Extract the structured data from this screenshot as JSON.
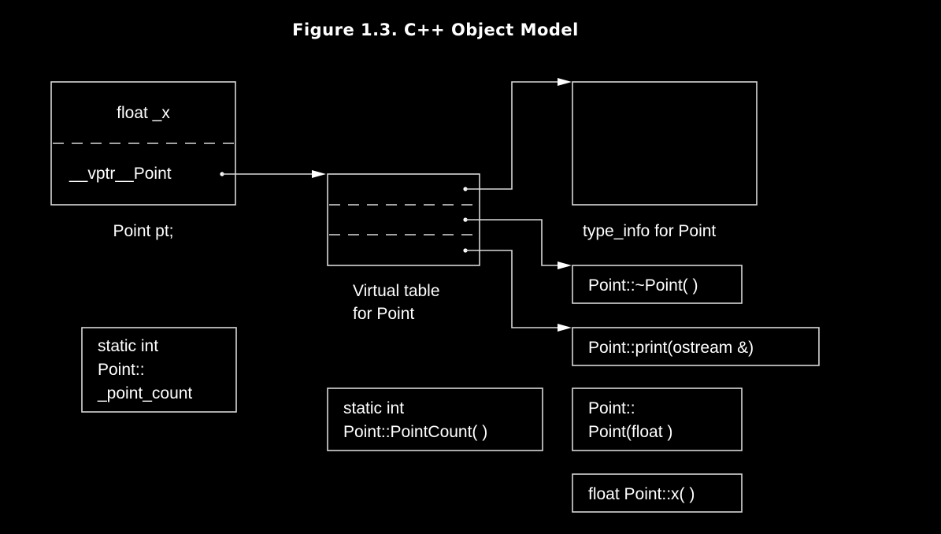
{
  "figure": {
    "title": "Figure 1.3. C++ Object Model"
  },
  "object": {
    "member_x": "float _x",
    "member_vptr": "__vptr__Point",
    "caption": "Point pt;"
  },
  "vtable": {
    "caption_line1": "Virtual table",
    "caption_line2": "for Point"
  },
  "type_info": {
    "caption": "type_info for Point"
  },
  "functions": {
    "destructor": "Point::~Point( )",
    "print": "Point::print(ostream &)",
    "ctor_line1": "Point::",
    "ctor_line2": "Point(float )",
    "accessor_x": "float Point::x( )"
  },
  "static_member": {
    "line1": "static int",
    "line2": "Point::",
    "line3": "_point_count"
  },
  "static_function": {
    "line1": "static int",
    "line2": "Point::PointCount( )"
  }
}
